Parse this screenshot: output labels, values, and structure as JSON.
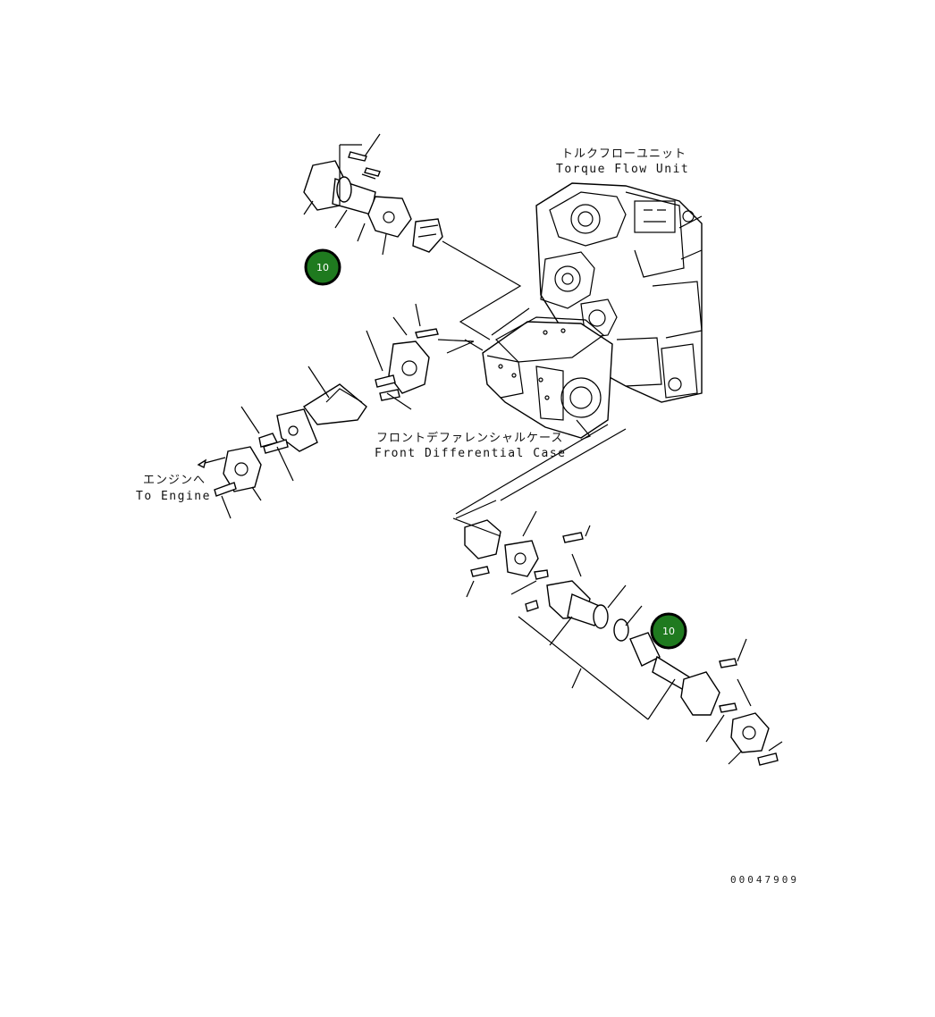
{
  "labels": {
    "torque_flow_jp": "トルクフローユニット",
    "torque_flow_en": "Torque Flow Unit",
    "front_diff_jp": "フロントデファレンシャルケース",
    "front_diff_en": "Front Differential Case",
    "engine_jp": "エンジンへ",
    "engine_en": "To Engine"
  },
  "badges": [
    {
      "id": "badge-upper",
      "label": "10",
      "color": "#1f7a1f"
    },
    {
      "id": "badge-lower",
      "label": "10",
      "color": "#1f7a1f"
    }
  ],
  "drawing_code": "00047909"
}
